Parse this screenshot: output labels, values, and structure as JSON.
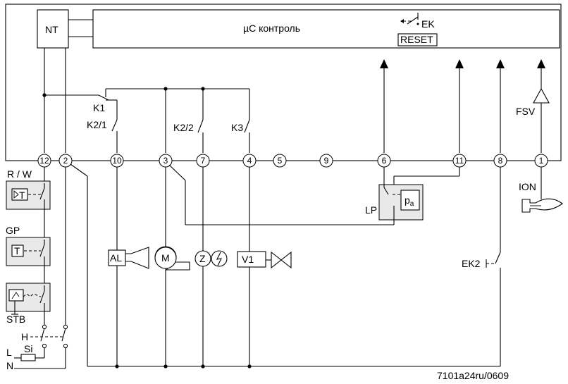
{
  "labels": {
    "nt": "NT",
    "controller": "µC контроль",
    "ek": "EK",
    "reset": "RESET",
    "k1": "K1",
    "k2_1": "K2/1",
    "k2_2": "K2/2",
    "k3": "K3",
    "fsv": "FSV",
    "ion": "ION",
    "lp": "LP",
    "pa_p": "p",
    "pa_sub": "a",
    "rw": "R / W",
    "gp": "GP",
    "stb": "STB",
    "t_rw": "T",
    "t_gp": "T",
    "h": "H",
    "si": "Si",
    "l": "L",
    "n": "N",
    "al": "AL",
    "m": "M",
    "z": "Z",
    "v1": "V1",
    "ek2": "EK2",
    "code": "7101a24ru/0609"
  },
  "terminals": [
    "12",
    "2",
    "10",
    "3",
    "7",
    "4",
    "5",
    "9",
    "6",
    "11",
    "8",
    "1"
  ]
}
